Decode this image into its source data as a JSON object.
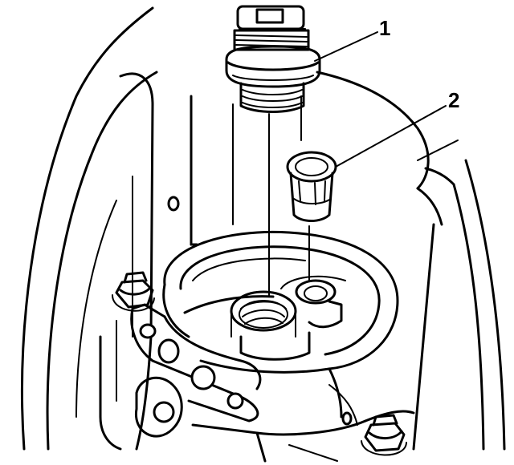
{
  "diagram": {
    "callouts": [
      {
        "label": "1",
        "refers_to": "oil-filter-adapter-fitting"
      },
      {
        "label": "2",
        "refers_to": "bypass-valve"
      }
    ],
    "colors": {
      "line": "#000000",
      "background": "#ffffff"
    }
  }
}
